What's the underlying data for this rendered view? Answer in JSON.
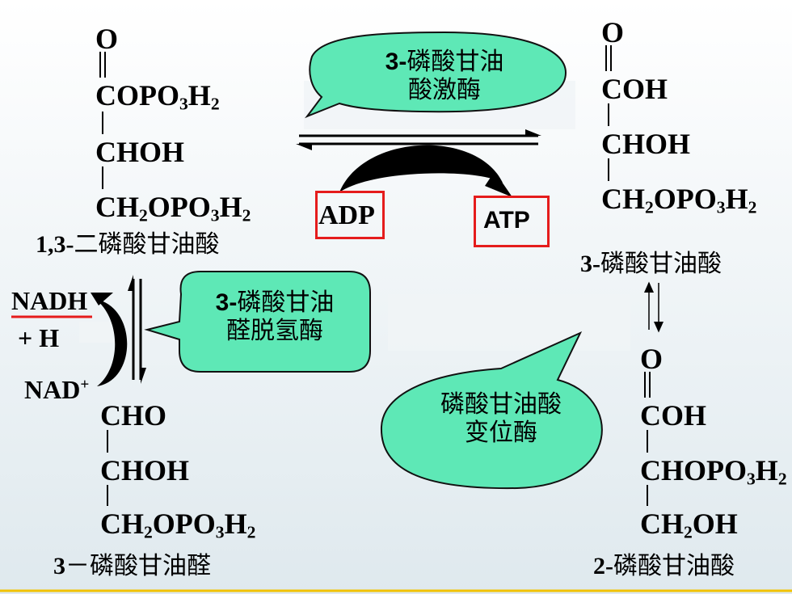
{
  "compound_13bpg": {
    "o": "O",
    "c1_main": "COPO",
    "c1_sub1": "3",
    "c1_mid": "H",
    "c1_sub2": "2",
    "c2": "CHOH",
    "c3_a": "CH",
    "c3_sub1": "2",
    "c3_b": "OPO",
    "c3_sub2": "3",
    "c3_c": "H",
    "c3_sub3": "2",
    "name_prefix": "1,3-",
    "name_rest": "二磷酸甘油酸"
  },
  "compound_3pg": {
    "o": "O",
    "c1": "COH",
    "c2": "CHOH",
    "c3_a": "CH",
    "c3_sub1": "2",
    "c3_b": "OPO",
    "c3_sub2": "3",
    "c3_c": "H",
    "c3_sub3": "2",
    "name_prefix": "3-",
    "name_rest": "磷酸甘油酸"
  },
  "compound_2pg": {
    "o": "O",
    "c1": "COH",
    "c2_a": "CHOPO",
    "c2_sub1": "3",
    "c2_b": "H",
    "c2_sub2": "2",
    "c3_a": "CH",
    "c3_sub1": "2",
    "c3_b": "OH",
    "name_prefix": "2-",
    "name_rest": "磷酸甘油酸"
  },
  "compound_g3p": {
    "c1": "CHO",
    "c2": "CHOH",
    "c3_a": "CH",
    "c3_sub1": "2",
    "c3_b": "OPO",
    "c3_sub2": "3",
    "c3_c": "H",
    "c3_sub3": "2",
    "name_prefix": "3",
    "name_rest": "－磷酸甘油醛"
  },
  "cofactors": {
    "adp": "ADP",
    "atp": "ATP",
    "nadh": "NADH",
    "h_plus": "+ H",
    "nad": "NAD",
    "nad_sup": "+"
  },
  "enzymes": {
    "kinase_prefix": "3-",
    "kinase_line1": "磷酸甘油",
    "kinase_line2": "酸激酶",
    "dehydrogenase_prefix": "3-",
    "dehydrogenase_line1": "磷酸甘油",
    "dehydrogenase_line2": "醛脱氢酶",
    "mutase_line1": "磷酸甘油酸",
    "mutase_line2": "变位酶"
  },
  "colors": {
    "bubble_fill": "#5ee8b6",
    "bubble_stroke": "#111111",
    "highlight_box": "#e51c1c",
    "nadh_underline": "#e51c1c",
    "background_bottom": "#dfe9ee",
    "bottom_rule": "#f2c200"
  }
}
